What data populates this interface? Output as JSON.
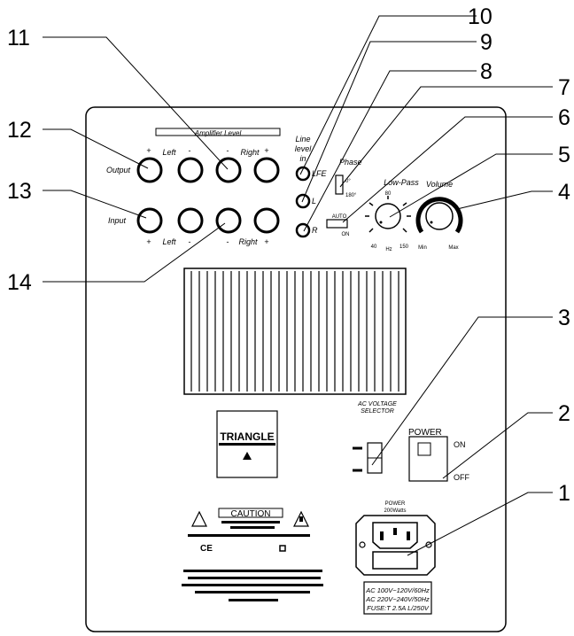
{
  "callouts": [
    "1",
    "2",
    "3",
    "4",
    "5",
    "6",
    "7",
    "8",
    "9",
    "10",
    "11",
    "12",
    "13",
    "14"
  ],
  "amp_level": "Amplifier Level",
  "output_label": "Output",
  "input_label": "Input",
  "left_label": "Left",
  "right_label": "Right",
  "plus": "+",
  "minus": "-",
  "line_level": [
    "Line",
    "level",
    "in"
  ],
  "lfe": "LFE",
  "ch_l": "L",
  "ch_r": "R",
  "phase": "Phase",
  "phase_0": "0°",
  "phase_180": "180°",
  "auto": "AUTO",
  "on_small": "ON",
  "low_pass": "Low-Pass",
  "lp_80": "80",
  "lp_40": "40",
  "lp_hz": "Hz",
  "lp_150": "150",
  "volume": "Volume",
  "vol_min": "Min",
  "vol_max": "Max",
  "ac_voltage": [
    "AC VOLTAGE",
    "SELECTOR"
  ],
  "brand": "TRIANGLE",
  "power": "POWER",
  "on": "ON",
  "off": "OFF",
  "power_rating": [
    "POWER",
    "200Watts"
  ],
  "caution": "CAUTION",
  "ce": "CE",
  "rating_lines": [
    "AC 100V~120V/60Hz",
    "AC 220V~240V/50Hz",
    "FUSE:T 2.5A L/250V"
  ]
}
